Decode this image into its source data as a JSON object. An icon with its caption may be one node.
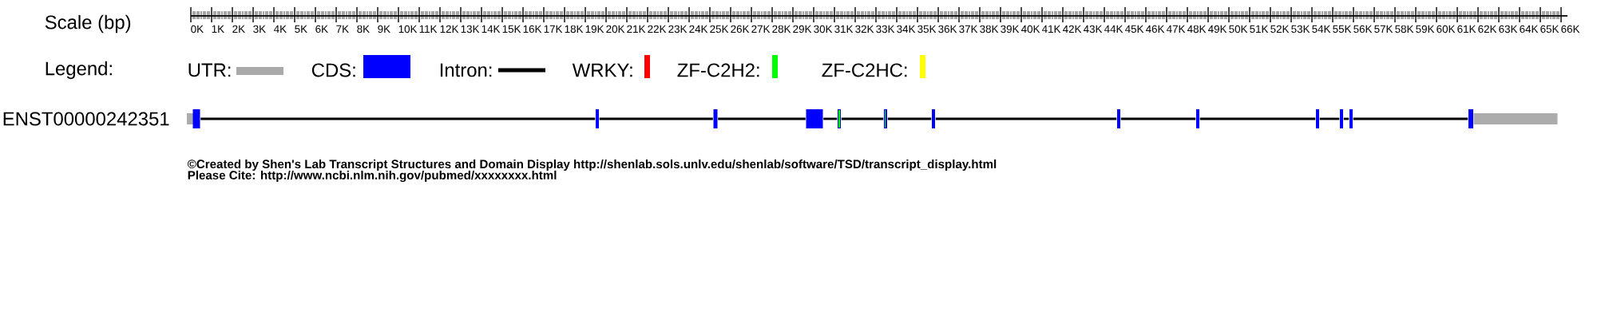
{
  "diagram": {
    "nodes": [
      {
        "text": [],
        "shape": "bar"
      },
      {
        "text": [],
        "shape": "box"
      },
      {
        "text": [],
        "shape": "box"
      },
      {
        "text": [],
        "shape": "box"
      },
      {
        "text": [],
        "shape": "box"
      },
      {
        "text": [],
        "shape": "box"
      },
      {
        "text": [],
        "shape": "box"
      },
      {
        "text": [],
        "shape": "box"
      },
      {
        "text": [],
        "shape": "box"
      },
      {
        "text": [],
        "shape": "box"
      },
      {
        "text": [],
        "shape": "box"
      },
      {
        "text": [],
        "shape": "box"
      },
      {
        "text": [],
        "shape": "box"
      },
      {
        "text": [],
        "shape": "box"
      },
      {
        "text": [],
        "shape": "bar"
      }
    ],
    "edges": [
      {
        "from": 1,
        "to": 2,
        "arrow": "none"
      },
      {
        "from": 2,
        "to": 3,
        "arrow": "none"
      },
      {
        "from": 3,
        "to": 4,
        "arrow": "none"
      },
      {
        "from": 4,
        "to": 5,
        "arrow": "none"
      },
      {
        "from": 5,
        "to": 6,
        "arrow": "none"
      },
      {
        "from": 6,
        "to": 7,
        "arrow": "none"
      },
      {
        "from": 7,
        "to": 8,
        "arrow": "none"
      },
      {
        "from": 8,
        "to": 9,
        "arrow": "none"
      },
      {
        "from": 9,
        "to": 10,
        "arrow": "none"
      },
      {
        "from": 10,
        "to": 11,
        "arrow": "none"
      },
      {
        "from": 11,
        "to": 12,
        "arrow": "none"
      },
      {
        "from": 12,
        "to": 13,
        "arrow": "none"
      }
    ],
    "labels": [
      "Scale (bp)",
      "0K",
      "1K",
      "2K",
      "3K",
      "4K",
      "5K",
      "6K",
      "7K",
      "8K",
      "9K",
      "10K",
      "11K",
      "12K",
      "13K",
      "14K",
      "15K",
      "16K",
      "17K",
      "18K",
      "19K",
      "20K",
      "21K",
      "22K",
      "23K",
      "24K",
      "25K",
      "26K",
      "27K",
      "28K",
      "29K",
      "30K",
      "31K",
      "32K",
      "33K",
      "34K",
      "35K",
      "36K",
      "37K",
      "38K",
      "39K",
      "40K",
      "41K",
      "42K",
      "43K",
      "44K",
      "45K",
      "46K",
      "47K",
      "48K",
      "49K",
      "50K",
      "51K",
      "52K",
      "53K",
      "54K",
      "55K",
      "56K",
      "57K",
      "58K",
      "59K",
      "60K",
      "61K",
      "62K",
      "63K",
      "64K",
      "65K",
      "66K",
      "Legend:",
      "ENST00000242351",
      "©Created by Shen's Lab Transcript Structures and Domain Display http://shenlab.sols.unlv.edu/shenlab/software/TSD/transcript_display.html",
      "Please Cite: http://www.ncbi.nlm.nih.gov/pubmed/xxxxxxxx.html"
    ],
    "legend": [
      {
        "text": "UTR:",
        "color": "#aaaaaa"
      },
      {
        "text": "CDS:",
        "color": "#0000ff"
      },
      {
        "text": "Intron:"
      },
      {
        "text": "WRKY:",
        "color": "#ff0000"
      },
      {
        "text": "ZF-C2H2:",
        "color": "#00ff00"
      },
      {
        "text": "ZF-C2HC:",
        "color": "#ffff00"
      }
    ]
  }
}
